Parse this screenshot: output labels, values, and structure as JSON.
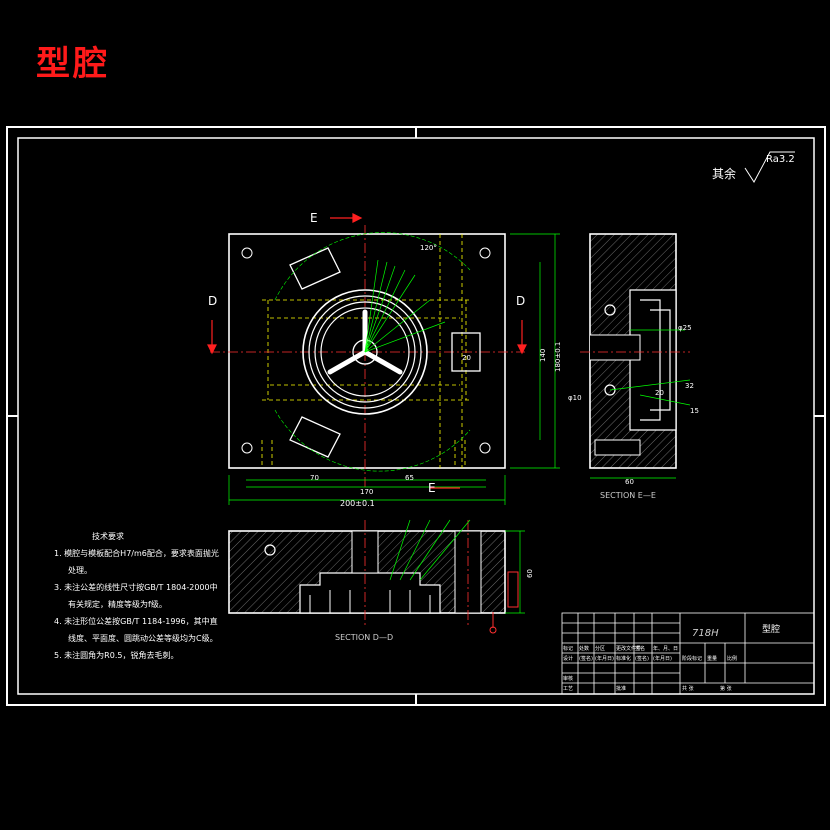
{
  "title": "型腔",
  "roughness": {
    "label": "其余",
    "value": "Ra3.2"
  },
  "section_labels": {
    "d": "D",
    "e": "E",
    "sec_dd": "SECTION D—D",
    "sec_ee": "SECTION E—E"
  },
  "dims_top": {
    "d70": "70",
    "d65": "65",
    "d170": "170",
    "d200": "200±0.1",
    "d20": "20",
    "d140": "140",
    "d180": "180±0.1",
    "d120": "120°"
  },
  "dims_side": {
    "d60": "60",
    "d25": "φ25",
    "d10": "φ10",
    "d20": "20",
    "d32": "32",
    "d15": "15"
  },
  "dims_section": {
    "d60": "60"
  },
  "notes": {
    "title": "技术要求",
    "lines": [
      "1. 模腔与模板配合H7/m6配合，要求表面抛光",
      "处理。",
      "3. 未注公差的线性尺寸按GB/T 1804-2000中",
      "有关规定，精度等级为f级。",
      "4. 未注形位公差按GB/T 1184-1996，其中直",
      "线度、平面度、圆跳动公差等级均为C级。",
      "5. 未注圆角为R0.5，锐角去毛刺。"
    ]
  },
  "title_block": {
    "material": "718H",
    "part_name": "型腔",
    "cells": [
      "标记",
      "处数",
      "分区",
      "更改文件号",
      "签名",
      "年、月、日",
      "设计",
      "(签名)",
      "(年月日)",
      "标准化",
      "(签名)",
      "(年月日)",
      "阶段标记",
      "重量",
      "比例",
      "审核",
      "工艺",
      "批准",
      "共  张",
      "第  张"
    ]
  }
}
